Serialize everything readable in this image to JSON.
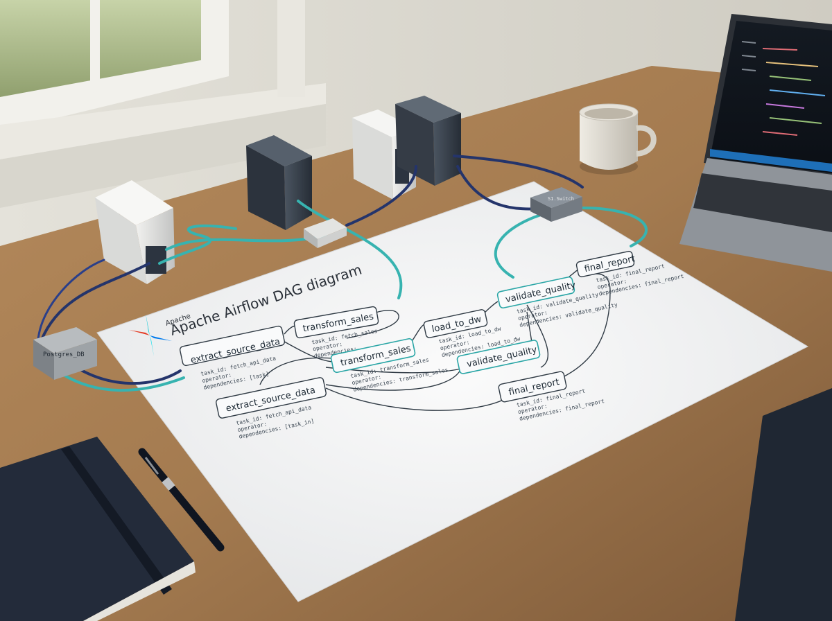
{
  "poster": {
    "brand_small": "Apache",
    "title": "Apache Airflow DAG diagram"
  },
  "devices": {
    "db_switch_label": "Postgres_DB",
    "switch_right_label": "S1.Switch"
  },
  "nodes": [
    {
      "label": "extract_source_data",
      "lines": [
        "task_id: fetch_api_data",
        "operator:",
        "dependencies: [task]"
      ]
    },
    {
      "label": "transform_sales",
      "lines": [
        "task_id: fetch_sales",
        "operator:",
        "dependencies:"
      ]
    },
    {
      "label": "load_to_dw",
      "lines": [
        "task_id: load_to_dw",
        "operator:",
        "dependencies: load_to_dw"
      ]
    },
    {
      "label": "validate_quality",
      "lines": [
        "task_id: validate_quality",
        "operator:",
        "dependencies: validate_quality"
      ]
    },
    {
      "label": "final_report",
      "lines": [
        "task_id: final_report",
        "operator:",
        "dependencies: final_report"
      ]
    },
    {
      "label": "transform_sales",
      "lines": [
        "task_id: transform_sales",
        "operator:",
        "dependencies: transform_sales"
      ]
    },
    {
      "label": "validate_quality",
      "lines": []
    },
    {
      "label": "extract_source_data",
      "lines": [
        "task_id: fetch_api_data",
        "operator:",
        "dependencies: [task_in]"
      ]
    },
    {
      "label": "final_report",
      "lines": [
        "task_id: final_report",
        "operator:",
        "dependencies: final_report"
      ]
    }
  ],
  "colors": {
    "wall": "#dcdad2",
    "desk": "#a07a52",
    "paper": "#f4f5f6",
    "node_stroke": "#2f3a44",
    "node_accent": "#2aa6a6",
    "cable_teal": "#37b3b0",
    "cable_navy": "#24346b"
  }
}
